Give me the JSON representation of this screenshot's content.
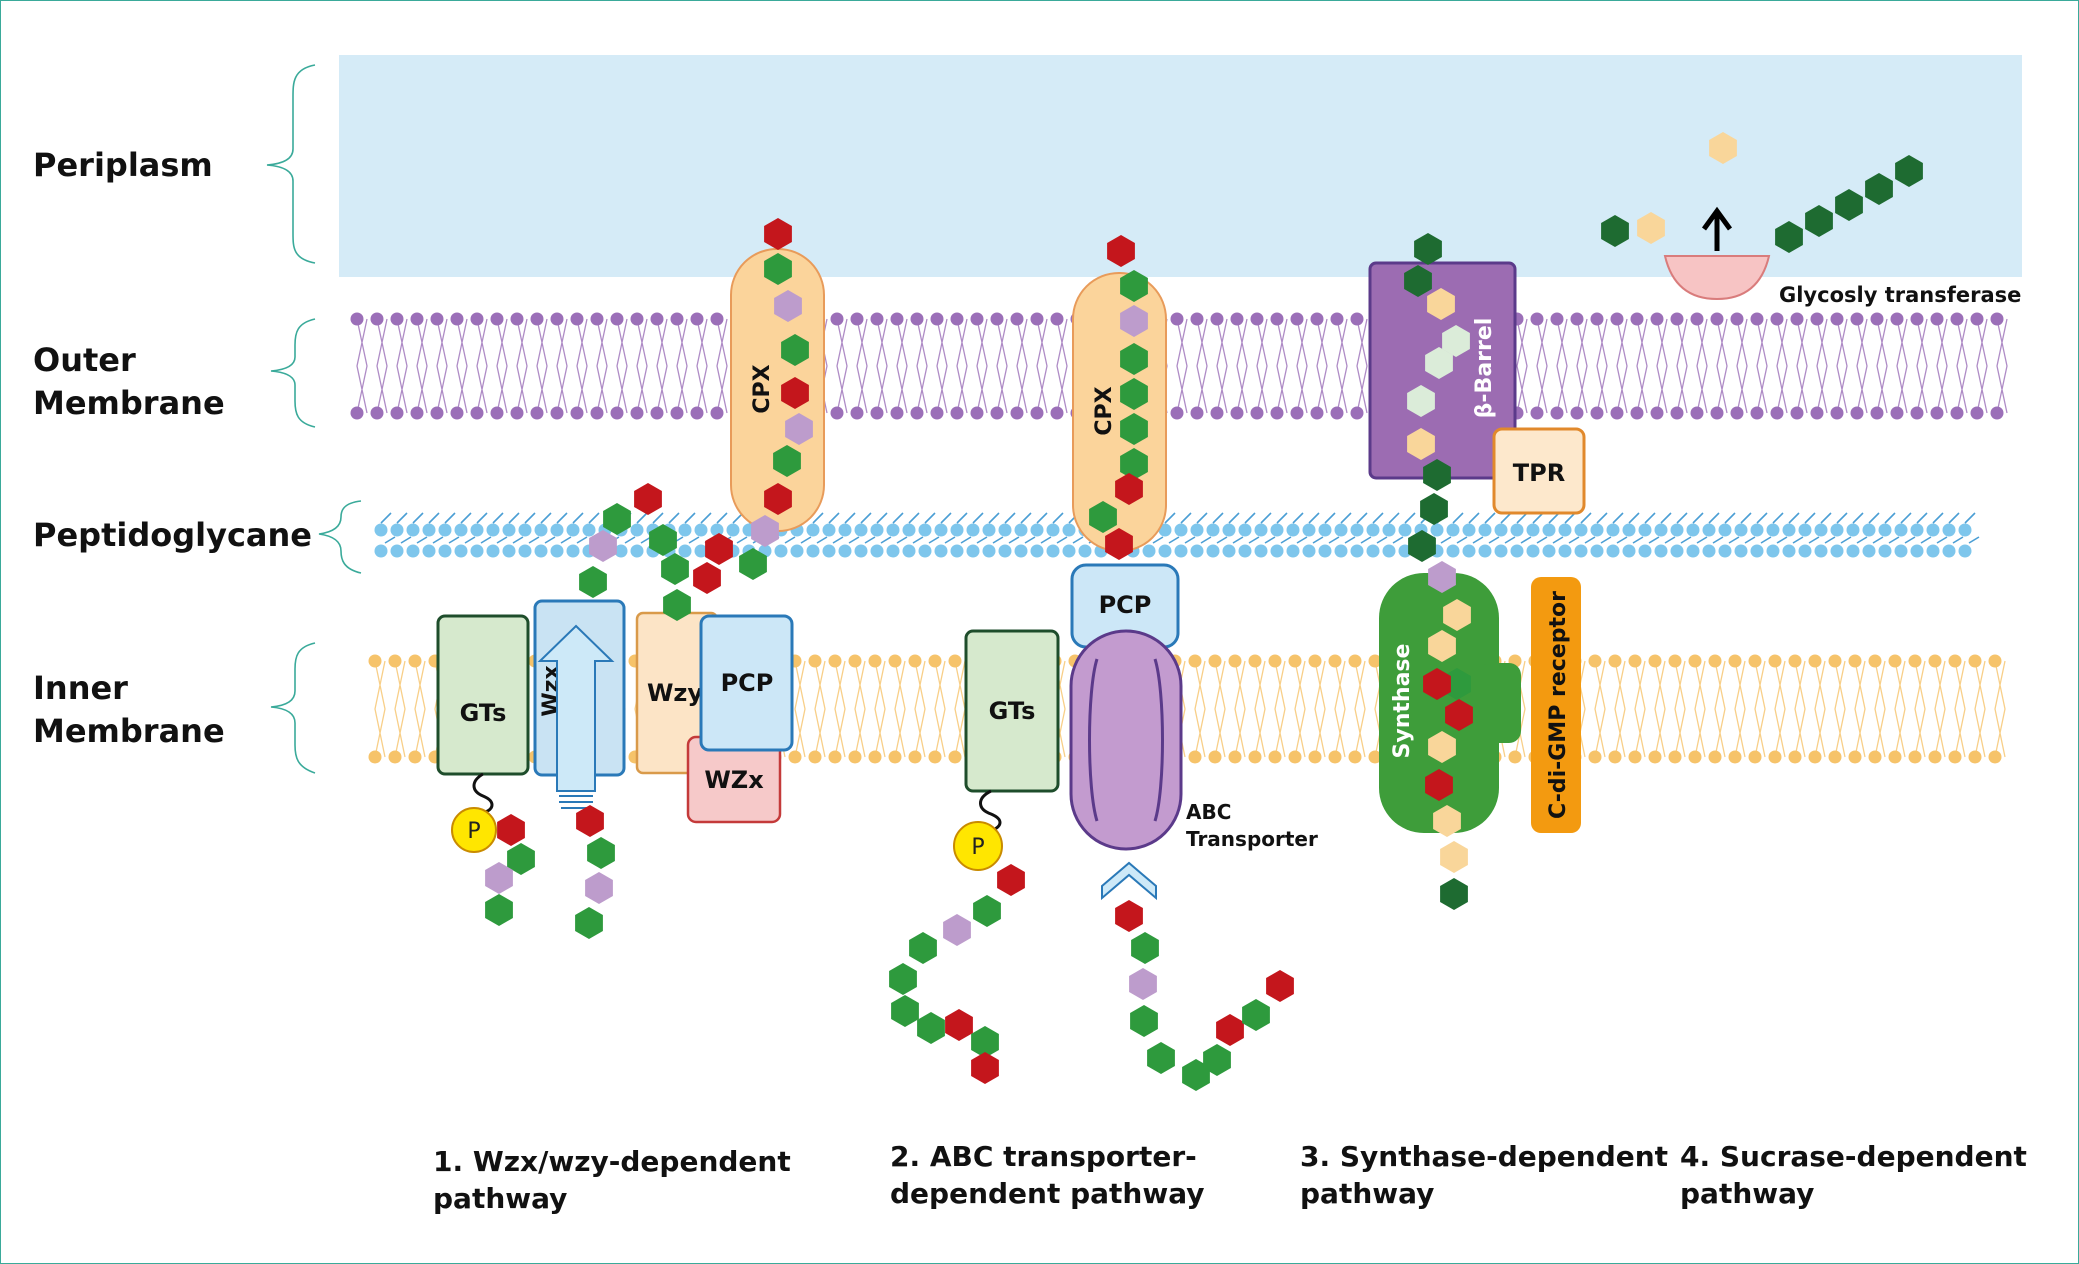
{
  "layers": {
    "periplasm": "Periplasm",
    "outer_membrane": [
      "Outer",
      "Membrane"
    ],
    "peptidoglycan": "Peptidoglycane",
    "inner_membrane": [
      "Inner",
      "Membrane"
    ]
  },
  "proteins": {
    "gts": "GTs",
    "wzx": "Wzx",
    "wzy": "Wzy",
    "pcp": "PCP",
    "wzx_upper": "WZx",
    "cpx": "CPX",
    "abc": [
      "ABC",
      "Transporter"
    ],
    "beta_barrel": "β-Barrel",
    "tpr": "TPR",
    "synthase": "Synthase",
    "cdigmp": "C-di-GMP receptor",
    "glycosyl": "Glycosly transferase",
    "phosphate": "P"
  },
  "pathways": [
    [
      "1. Wzx/wzy-dependent",
      "pathway"
    ],
    [
      "2. ABC transporter-",
      "dependent pathway"
    ],
    [
      "3. Synthase-dependent",
      "pathway"
    ],
    [
      "4. Sucrase-dependent",
      "pathway"
    ]
  ],
  "colors": {
    "border": "#3aaa9a",
    "periplasm": "#d5ebf7",
    "outer_lipid": "#9b6fb8",
    "peptidoglycan": "#7ec6ec",
    "inner_lipid": "#f6c36a",
    "green": "#2e9a3d",
    "dark_green": "#1e6b31",
    "red": "#c4161c",
    "purple_hex": "#bd9ccc",
    "cream": "#f9d69a",
    "pale_green": "#dbecd9",
    "cpx": "#fbd49b",
    "gts": "#d6e9cd",
    "wzx": "#c9e3f3",
    "wzy": "#fce4c6",
    "pcp": "#cce7f7",
    "wzx_box": "#f6c9c9",
    "abc": "#c39bcf",
    "barrel": "#9c6cb2",
    "synthase": "#3e9d3a",
    "receptor": "#f39a10",
    "tpr": "#fde8cc",
    "glycosyl": "#f7c4c4",
    "phosphate": "#ffe600"
  }
}
